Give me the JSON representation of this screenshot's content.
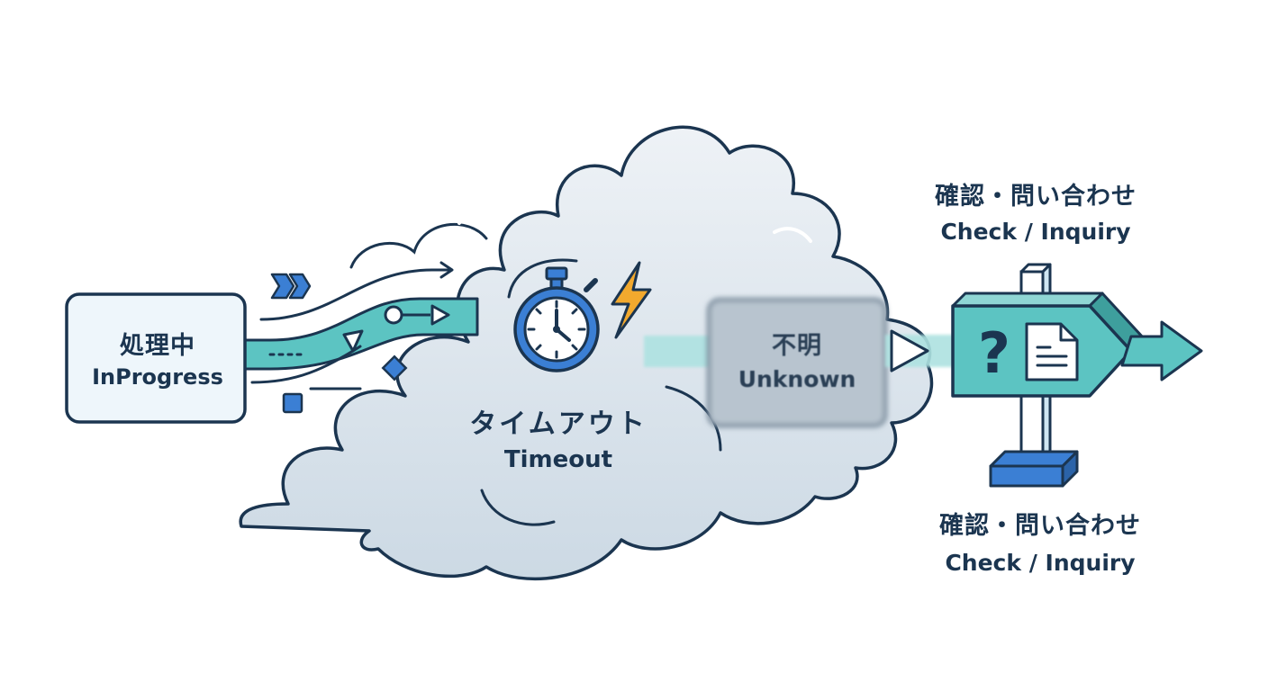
{
  "nodes": {
    "inprogress": {
      "jp": "処理中",
      "en": "InProgress"
    },
    "timeout": {
      "jp": "タイムアウト",
      "en": "Timeout"
    },
    "unknown": {
      "jp": "不明",
      "en": "Unknown"
    },
    "check_top": {
      "jp": "確認・問い合わせ",
      "en": "Check / Inquiry"
    },
    "check_bottom": {
      "jp": "確認・問い合わせ",
      "en": "Check / Inquiry"
    }
  },
  "sign": {
    "symbol": "?"
  },
  "icons": [
    "stopwatch-icon",
    "lightning-icon",
    "question-mark-icon",
    "document-icon",
    "chevron-double-icon",
    "arrow-icon"
  ],
  "colors": {
    "outline": "#1b3550",
    "teal": "#5cc4c2",
    "teal_light": "#aee2e1",
    "blue": "#3b7fd4",
    "box_fill": "#eef6fb",
    "cloud_fill": "#dde6ed",
    "lightning": "#f2a92e"
  }
}
